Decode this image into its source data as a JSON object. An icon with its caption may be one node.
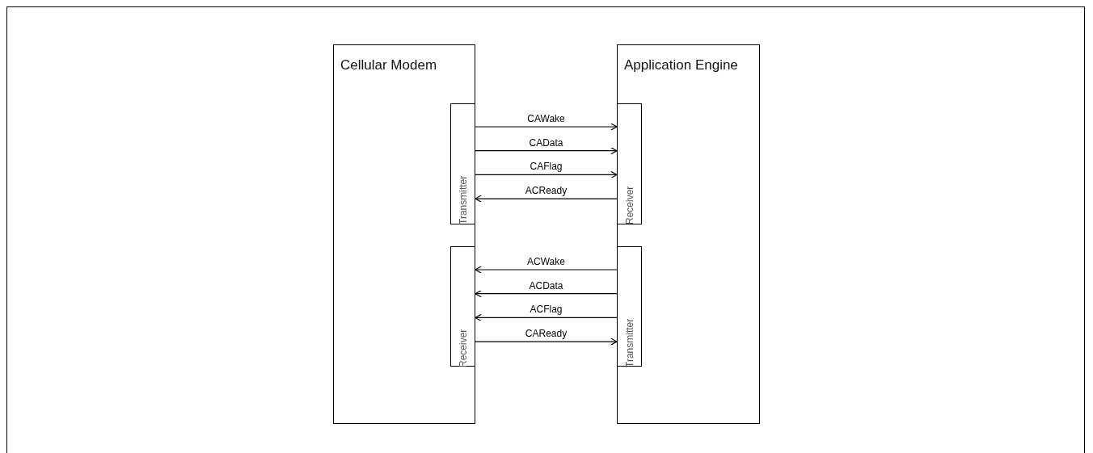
{
  "diagram": {
    "nodes": [
      {
        "text": [
          "Cellular Modem"
        ]
      },
      {
        "text": [
          "Transmitter"
        ],
        "in": 0
      },
      {
        "text": [
          "Receiver"
        ],
        "in": 0
      },
      {
        "text": [
          "Application Engine"
        ]
      },
      {
        "text": [
          "Receiver"
        ],
        "in": 3
      },
      {
        "text": [
          "Transmitter"
        ],
        "in": 3
      }
    ],
    "edges": [
      {
        "from": 1,
        "to": 4,
        "arrow": "to",
        "label": "CAWake"
      },
      {
        "from": 1,
        "to": 4,
        "arrow": "to",
        "label": "CAData"
      },
      {
        "from": 1,
        "to": 4,
        "arrow": "to",
        "label": "CAFlag"
      },
      {
        "from": 4,
        "to": 1,
        "arrow": "to",
        "label": "ACReady"
      },
      {
        "from": 5,
        "to": 2,
        "arrow": "to",
        "label": "ACWake"
      },
      {
        "from": 5,
        "to": 2,
        "arrow": "to",
        "label": "ACData"
      },
      {
        "from": 5,
        "to": 2,
        "arrow": "to",
        "label": "ACFlag"
      },
      {
        "from": 2,
        "to": 5,
        "arrow": "to",
        "label": "CAReady"
      }
    ]
  }
}
